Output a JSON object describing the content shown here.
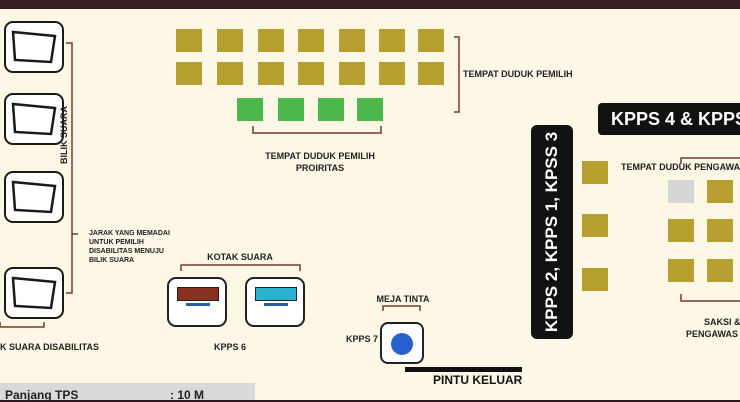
{
  "labels": {
    "voter_seats": "TEMPAT DUDUK PEMILIH",
    "priority_seats_line1": "TEMPAT DUDUK PEMILIH",
    "priority_seats_line2": "PROIRITAS",
    "booths": "BILIK SUARA",
    "distance_note_1": "JARAK YANG MEMADAI",
    "distance_note_2": "UNTUK PEMILIH",
    "distance_note_3": "DISABILITAS MENUJU",
    "distance_note_4": "BILIK SUARA",
    "disabled_booth": "K SUARA DISABILITAS",
    "ballot_boxes": "KOTAK SUARA",
    "kpps6": "KPPS 6",
    "ink_table": "MEJA TINTA",
    "kpps7": "KPPS 7",
    "kpps_vertical": "KPPS 2, KPPS 1, KPSS 3",
    "kpps_badge": "KPPS 4 & KPPS",
    "witness_seats": "TEMPAT DUDUK PENGAWA",
    "witness_1": "SAKSI &",
    "witness_2": "PENGAWAS",
    "exit": "PINTU KELUAR"
  },
  "info": {
    "length_label": "Panjang TPS",
    "length_value": ": 10 M"
  },
  "colors": {
    "seat": "#b8a030",
    "priority_seat": "#4cb84c",
    "ballot_red": "#8a3020",
    "ballot_cyan": "#2ab0d0",
    "bracket": "#7a3a2a",
    "floor": "#fdf7e6"
  }
}
